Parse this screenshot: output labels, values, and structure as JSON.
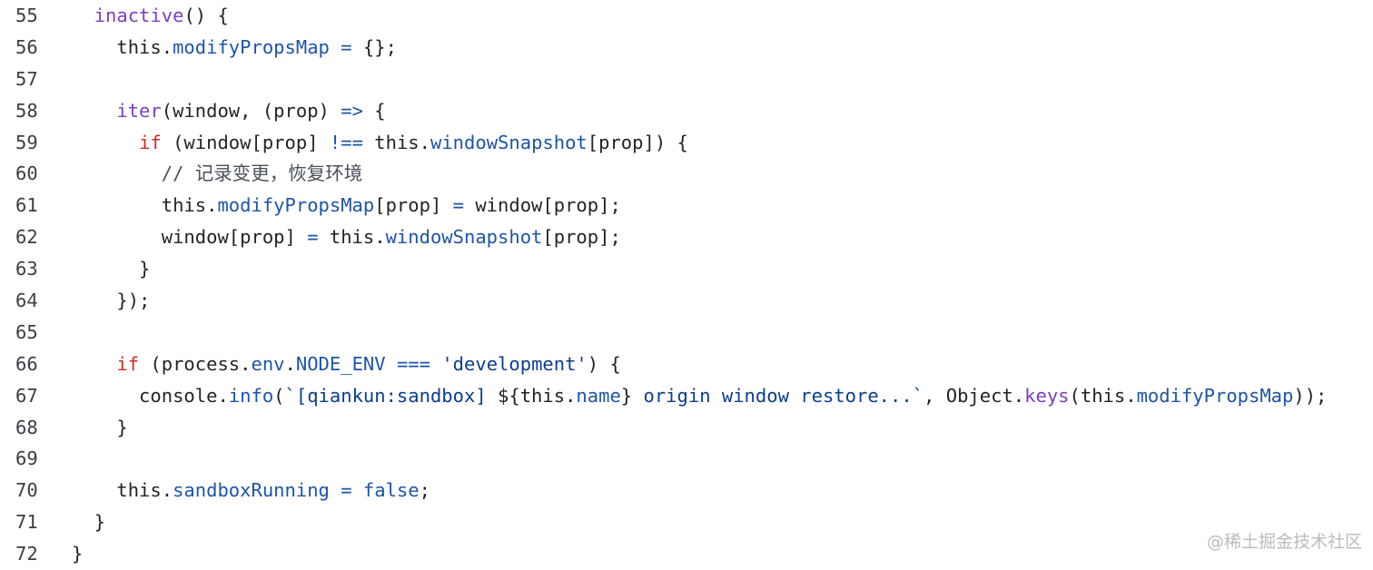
{
  "editor": {
    "lines": [
      {
        "number": "55",
        "tokens": [
          {
            "t": "  ",
            "k": "plain"
          },
          {
            "t": "inactive",
            "k": "fn"
          },
          {
            "t": "() {",
            "k": "plain"
          }
        ]
      },
      {
        "number": "56",
        "tokens": [
          {
            "t": "    this.",
            "k": "plain"
          },
          {
            "t": "modifyPropsMap",
            "k": "prop"
          },
          {
            "t": " ",
            "k": "plain"
          },
          {
            "t": "=",
            "k": "op"
          },
          {
            "t": " {};",
            "k": "plain"
          }
        ]
      },
      {
        "number": "57",
        "tokens": []
      },
      {
        "number": "58",
        "tokens": [
          {
            "t": "    ",
            "k": "plain"
          },
          {
            "t": "iter",
            "k": "fn"
          },
          {
            "t": "(window, (prop) ",
            "k": "plain"
          },
          {
            "t": "=>",
            "k": "op"
          },
          {
            "t": " {",
            "k": "plain"
          }
        ]
      },
      {
        "number": "59",
        "tokens": [
          {
            "t": "      ",
            "k": "plain"
          },
          {
            "t": "if",
            "k": "kw"
          },
          {
            "t": " (window[prop] ",
            "k": "plain"
          },
          {
            "t": "!==",
            "k": "op"
          },
          {
            "t": " this.",
            "k": "plain"
          },
          {
            "t": "windowSnapshot",
            "k": "prop"
          },
          {
            "t": "[prop]) {",
            "k": "plain"
          }
        ]
      },
      {
        "number": "60",
        "tokens": [
          {
            "t": "        // 记录变更，恢复环境",
            "k": "cmt"
          }
        ]
      },
      {
        "number": "61",
        "tokens": [
          {
            "t": "        this.",
            "k": "plain"
          },
          {
            "t": "modifyPropsMap",
            "k": "prop"
          },
          {
            "t": "[prop] ",
            "k": "plain"
          },
          {
            "t": "=",
            "k": "op"
          },
          {
            "t": " window[prop];",
            "k": "plain"
          }
        ]
      },
      {
        "number": "62",
        "tokens": [
          {
            "t": "        window[prop] ",
            "k": "plain"
          },
          {
            "t": "=",
            "k": "op"
          },
          {
            "t": " this.",
            "k": "plain"
          },
          {
            "t": "windowSnapshot",
            "k": "prop"
          },
          {
            "t": "[prop];",
            "k": "plain"
          }
        ]
      },
      {
        "number": "63",
        "tokens": [
          {
            "t": "      }",
            "k": "plain"
          }
        ]
      },
      {
        "number": "64",
        "tokens": [
          {
            "t": "    });",
            "k": "plain"
          }
        ]
      },
      {
        "number": "65",
        "tokens": []
      },
      {
        "number": "66",
        "tokens": [
          {
            "t": "    ",
            "k": "plain"
          },
          {
            "t": "if",
            "k": "kw"
          },
          {
            "t": " (process.",
            "k": "plain"
          },
          {
            "t": "env",
            "k": "prop"
          },
          {
            "t": ".",
            "k": "plain"
          },
          {
            "t": "NODE_ENV",
            "k": "prop"
          },
          {
            "t": " ",
            "k": "plain"
          },
          {
            "t": "===",
            "k": "op"
          },
          {
            "t": " ",
            "k": "plain"
          },
          {
            "t": "'development'",
            "k": "str"
          },
          {
            "t": ") {",
            "k": "plain"
          }
        ]
      },
      {
        "number": "67",
        "tokens": [
          {
            "t": "      console.",
            "k": "plain"
          },
          {
            "t": "info",
            "k": "prop"
          },
          {
            "t": "(",
            "k": "plain"
          },
          {
            "t": "`[qiankun:sandbox] ",
            "k": "str"
          },
          {
            "t": "${this.",
            "k": "plain"
          },
          {
            "t": "name",
            "k": "prop"
          },
          {
            "t": "}",
            "k": "plain"
          },
          {
            "t": " origin window restore...`",
            "k": "str"
          },
          {
            "t": ", Object.",
            "k": "plain"
          },
          {
            "t": "keys",
            "k": "fn"
          },
          {
            "t": "(this.",
            "k": "plain"
          },
          {
            "t": "modifyPropsMap",
            "k": "prop"
          },
          {
            "t": "));",
            "k": "plain"
          }
        ]
      },
      {
        "number": "68",
        "tokens": [
          {
            "t": "    }",
            "k": "plain"
          }
        ]
      },
      {
        "number": "69",
        "tokens": []
      },
      {
        "number": "70",
        "tokens": [
          {
            "t": "    this.",
            "k": "plain"
          },
          {
            "t": "sandboxRunning",
            "k": "prop"
          },
          {
            "t": " ",
            "k": "plain"
          },
          {
            "t": "=",
            "k": "op"
          },
          {
            "t": " ",
            "k": "plain"
          },
          {
            "t": "false",
            "k": "lit"
          },
          {
            "t": ";",
            "k": "plain"
          }
        ]
      },
      {
        "number": "71",
        "tokens": [
          {
            "t": "  }",
            "k": "plain"
          }
        ]
      },
      {
        "number": "72",
        "tokens": [
          {
            "t": "}",
            "k": "plain"
          }
        ]
      }
    ]
  },
  "watermark": {
    "text": "@稀土掘金技术社区"
  },
  "colors": {
    "text": "#1f2328",
    "function": "#7b3fc4",
    "property": "#1c55a8",
    "keyword": "#d22a2a",
    "string": "#0b3d91",
    "comment": "#4a5058",
    "line_number": "#3a3f44",
    "background": "#ffffff"
  }
}
